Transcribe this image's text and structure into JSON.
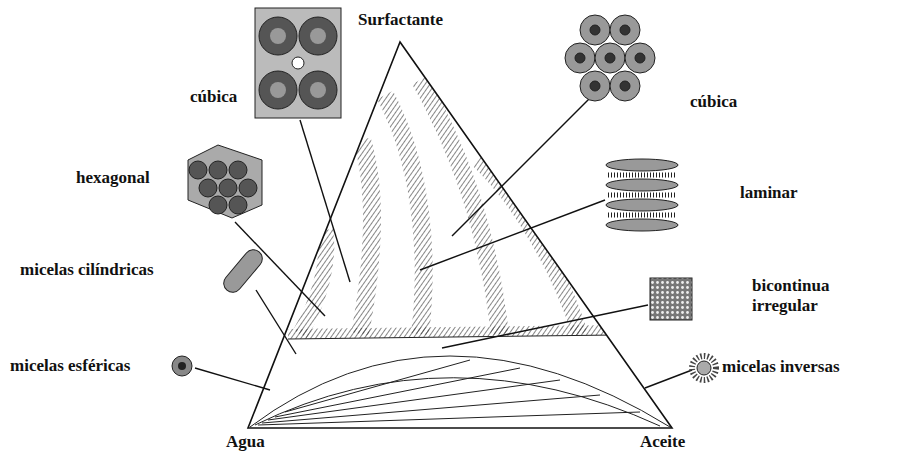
{
  "diagram": {
    "labels": [
      "Surfactante",
      "cúbica",
      "cúbica",
      "hexagonal",
      "laminar",
      "micelas cilíndricas",
      "bicontinua irregular",
      "micelas esféricas",
      "micelas inversas",
      "Agua",
      "Aceite"
    ]
  }
}
